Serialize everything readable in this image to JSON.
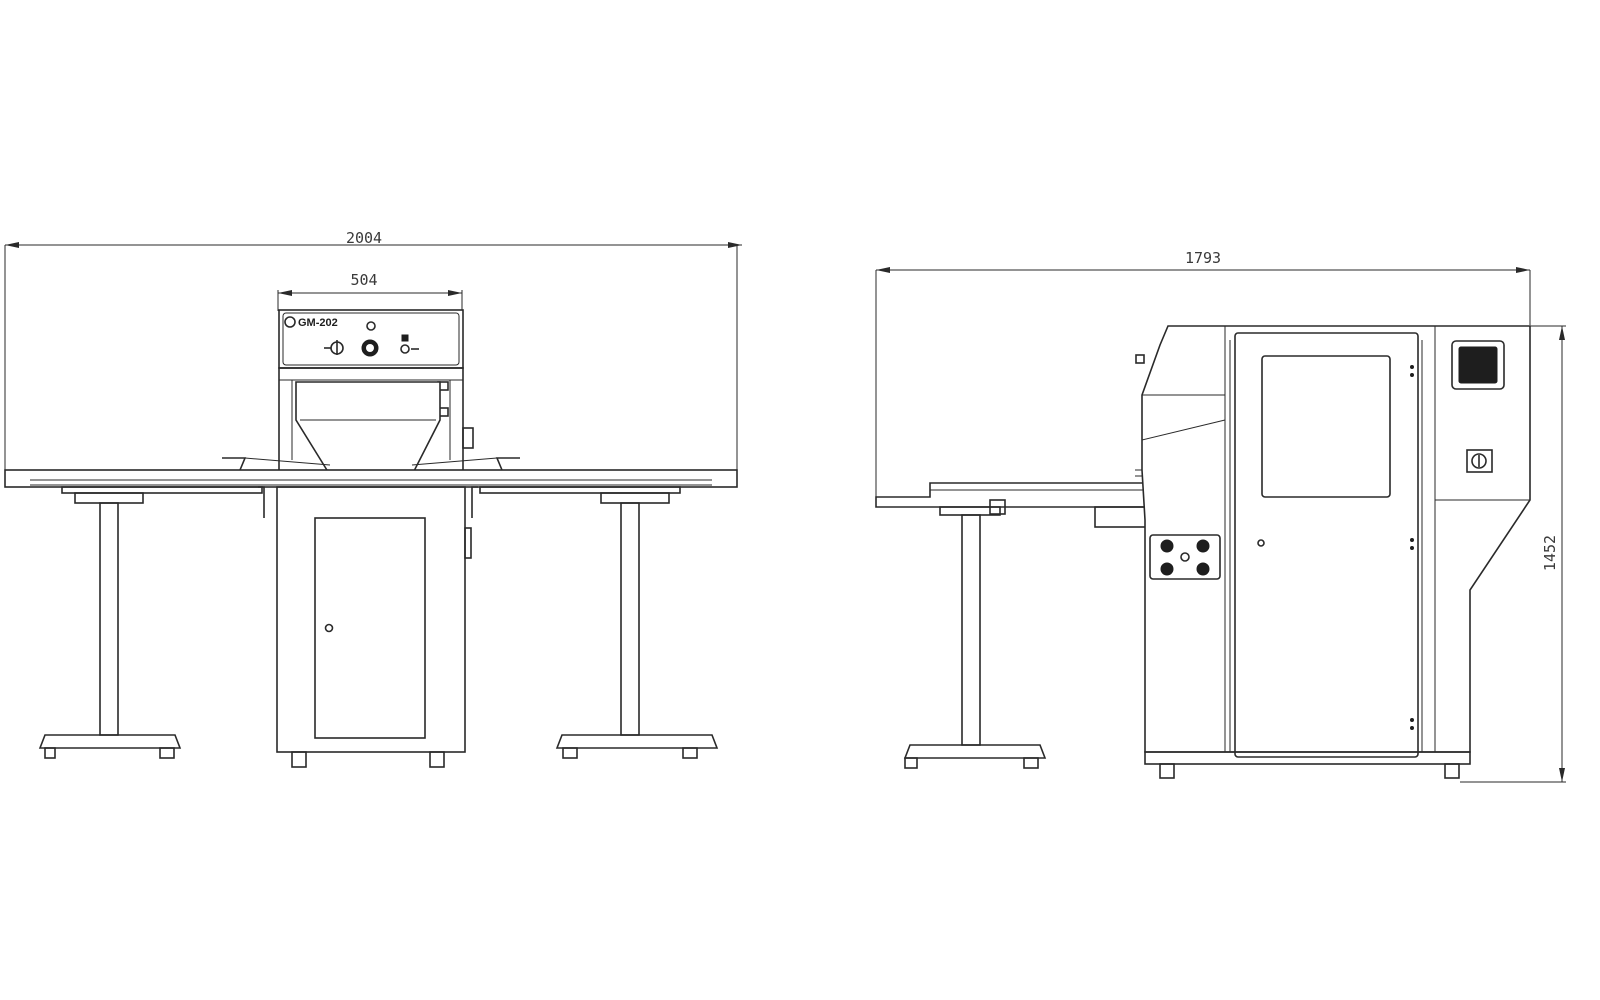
{
  "front_view": {
    "overall_width_label": "2004",
    "head_width_label": "504",
    "panel_model_label": "GM-202"
  },
  "side_view": {
    "overall_depth_label": "1793",
    "overall_height_label": "1452"
  },
  "colors": {
    "line": "#2a2a2a",
    "background": "#ffffff"
  }
}
